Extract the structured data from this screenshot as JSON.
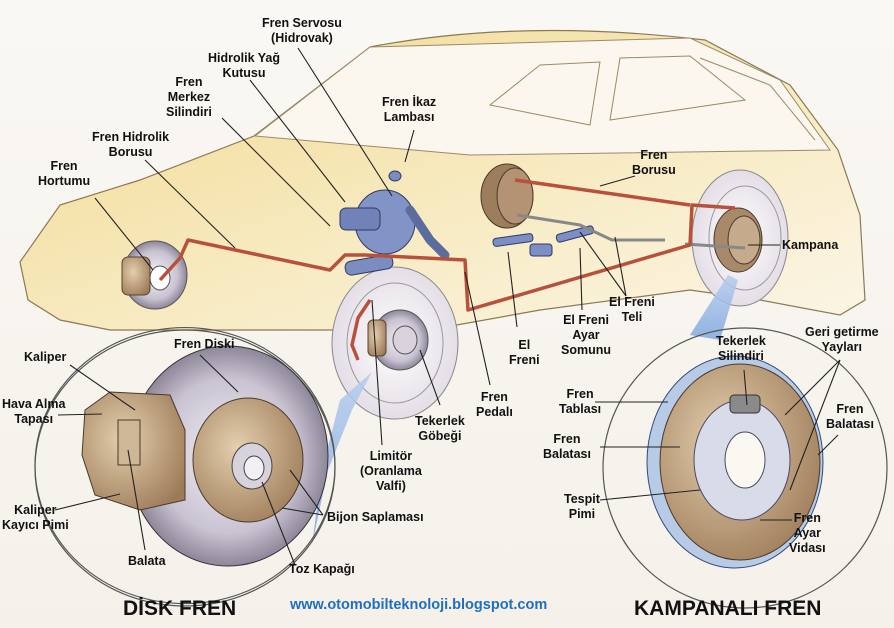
{
  "diagram": {
    "subject": "Brake system of a car",
    "colors": {
      "car_body": "#f3dfa0",
      "brake_line": "#b8503c",
      "booster": "#7e8fc0",
      "drum": "#a98866",
      "callout_blue": "#8fb4e6",
      "url_text": "#1e6fbf",
      "leader_line": "#222222"
    },
    "labels": {
      "fren_servosu": "Fren Servosu\n(Hidrovak)",
      "hidrolik_yag_kutusu": "Hidrolik Yağ\nKutusu",
      "fren_merkez_silindiri": "Fren\nMerkez\nSilindiri",
      "fren_ikaz_lambasi": "Fren İkaz\nLambası",
      "fren_hidrolik_borusu": "Fren Hidrolik\nBorusu",
      "fren_hortumu": "Fren\nHortumu",
      "fren_borusu": "Fren\nBorusu",
      "kampana": "Kampana",
      "el_freni": "El\nFreni",
      "el_freni_ayar_somunu": "El Freni\nAyar\nSomunu",
      "el_freni_teli": "El Freni\nTeli",
      "fren_pedali": "Fren\nPedalı",
      "tekerlek_gobegi": "Tekerlek\nGöbeği",
      "limitor": "Limitör\n(Oranlama\nValfi)",
      "fren_diski": "Fren Diski",
      "kaliper": "Kaliper",
      "hava_alma_tapasi": "Hava Alma\nTapası",
      "kaliper_kayici_pimi": "Kaliper\nKayıcı Pimi",
      "balata": "Balata",
      "bijon_saplamasi": "Bijon Saplaması",
      "toz_kapagi": "Toz Kapağı",
      "tekerlek_silindiri": "Tekerlek\nSilindiri",
      "geri_getirme_yaylari": "Geri getirme\nYayları",
      "fren_tablasi": "Fren\nTablası",
      "fren_balatasi_left": "Fren\nBalatası",
      "fren_balatasi_right": "Fren\nBalatası",
      "tespit_pimi": "Tespit\nPimi",
      "fren_ayar_vidasi": "Fren\nAyar\nVidası"
    },
    "titles": {
      "disk_fren": "DİSK FREN",
      "kampanali_fren": "KAMPANALI FREN"
    },
    "website": "www.otomobilteknoloji.blogspot.com"
  }
}
